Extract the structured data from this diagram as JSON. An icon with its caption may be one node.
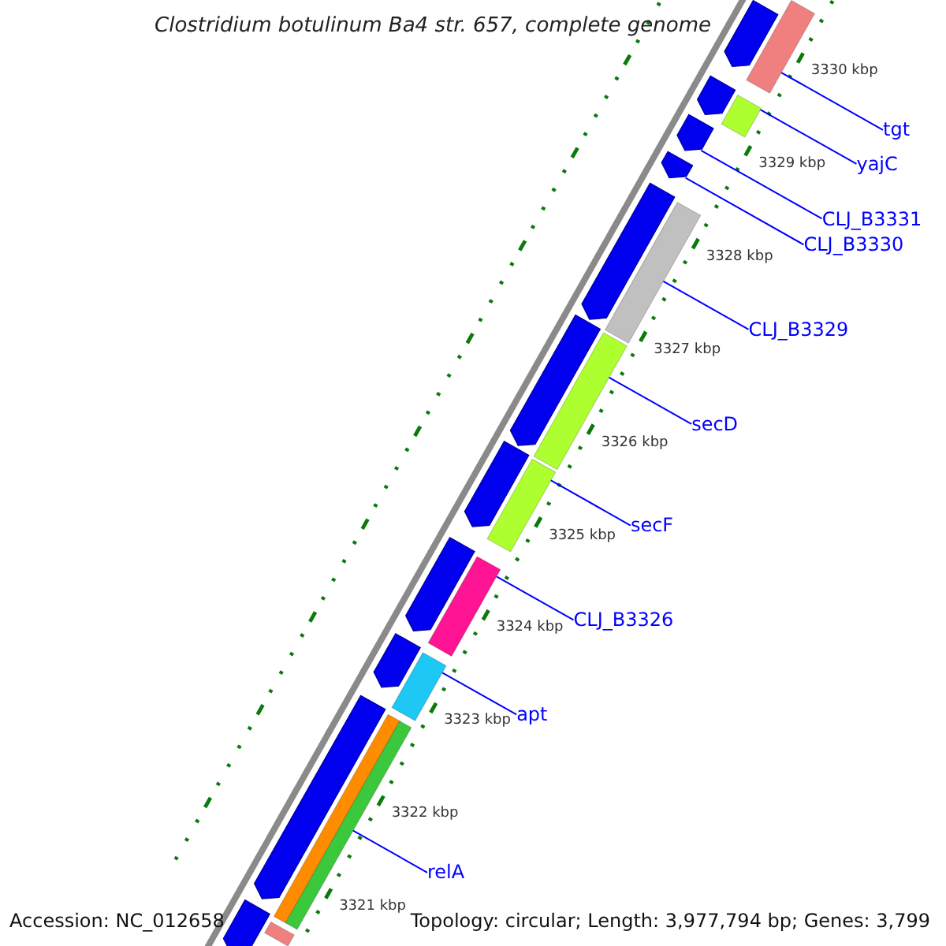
{
  "diagram": {
    "title": "Clostridium botulinum Ba4 str. 657, complete genome",
    "nodes": [
      {
        "text": [],
        "shape": "pentagon"
      },
      {
        "text": [],
        "shape": "bar"
      },
      {
        "text": [
          "tgt"
        ]
      },
      {
        "text": [],
        "shape": "pentagon"
      },
      {
        "text": [],
        "shape": "bar"
      },
      {
        "text": [
          "yajC"
        ]
      },
      {
        "text": [],
        "shape": "pentagon"
      },
      {
        "text": [
          "CLJ_B3331"
        ]
      },
      {
        "text": [],
        "shape": "pentagon"
      },
      {
        "text": [
          "CLJ_B3330"
        ]
      },
      {
        "text": [],
        "shape": "pentagon"
      },
      {
        "text": [],
        "shape": "bar"
      },
      {
        "text": [
          "CLJ_B3329"
        ]
      },
      {
        "text": [],
        "shape": "pentagon"
      },
      {
        "text": [],
        "shape": "bar"
      },
      {
        "text": [
          "secD"
        ]
      },
      {
        "text": [],
        "shape": "pentagon"
      },
      {
        "text": [],
        "shape": "bar"
      },
      {
        "text": [
          "secF"
        ]
      },
      {
        "text": [],
        "shape": "pentagon"
      },
      {
        "text": [],
        "shape": "bar"
      },
      {
        "text": [
          "CLJ_B3326"
        ]
      },
      {
        "text": [],
        "shape": "pentagon"
      },
      {
        "text": [],
        "shape": "bar"
      },
      {
        "text": [
          "apt"
        ]
      },
      {
        "text": [],
        "shape": "pentagon"
      },
      {
        "text": [],
        "shape": "bar"
      },
      {
        "text": [
          "relA"
        ]
      },
      {
        "text": [],
        "shape": "pentagon"
      },
      {
        "text": [],
        "shape": "bar"
      }
    ],
    "edges": [
      {
        "from": 2,
        "to": 1,
        "arrow": "none"
      },
      {
        "from": 5,
        "to": 4,
        "arrow": "none"
      },
      {
        "from": 7,
        "to": 6,
        "arrow": "none"
      },
      {
        "from": 9,
        "to": 8,
        "arrow": "none"
      },
      {
        "from": 12,
        "to": 11,
        "arrow": "none"
      },
      {
        "from": 15,
        "to": 14,
        "arrow": "none"
      },
      {
        "from": 18,
        "to": 17,
        "arrow": "none"
      },
      {
        "from": 21,
        "to": 20,
        "arrow": "none"
      },
      {
        "from": 24,
        "to": 23,
        "arrow": "none"
      },
      {
        "from": 27,
        "to": 26,
        "arrow": "none"
      }
    ],
    "labels": [
      "3330 kbp",
      "3329 kbp",
      "3328 kbp",
      "3327 kbp",
      "3326 kbp",
      "3325 kbp",
      "3324 kbp",
      "3323 kbp",
      "3322 kbp",
      "3321 kbp",
      "Accession: NC_012658",
      "Topology: circular; Length: 3,977,794 bp; Genes: 3,799"
    ]
  }
}
